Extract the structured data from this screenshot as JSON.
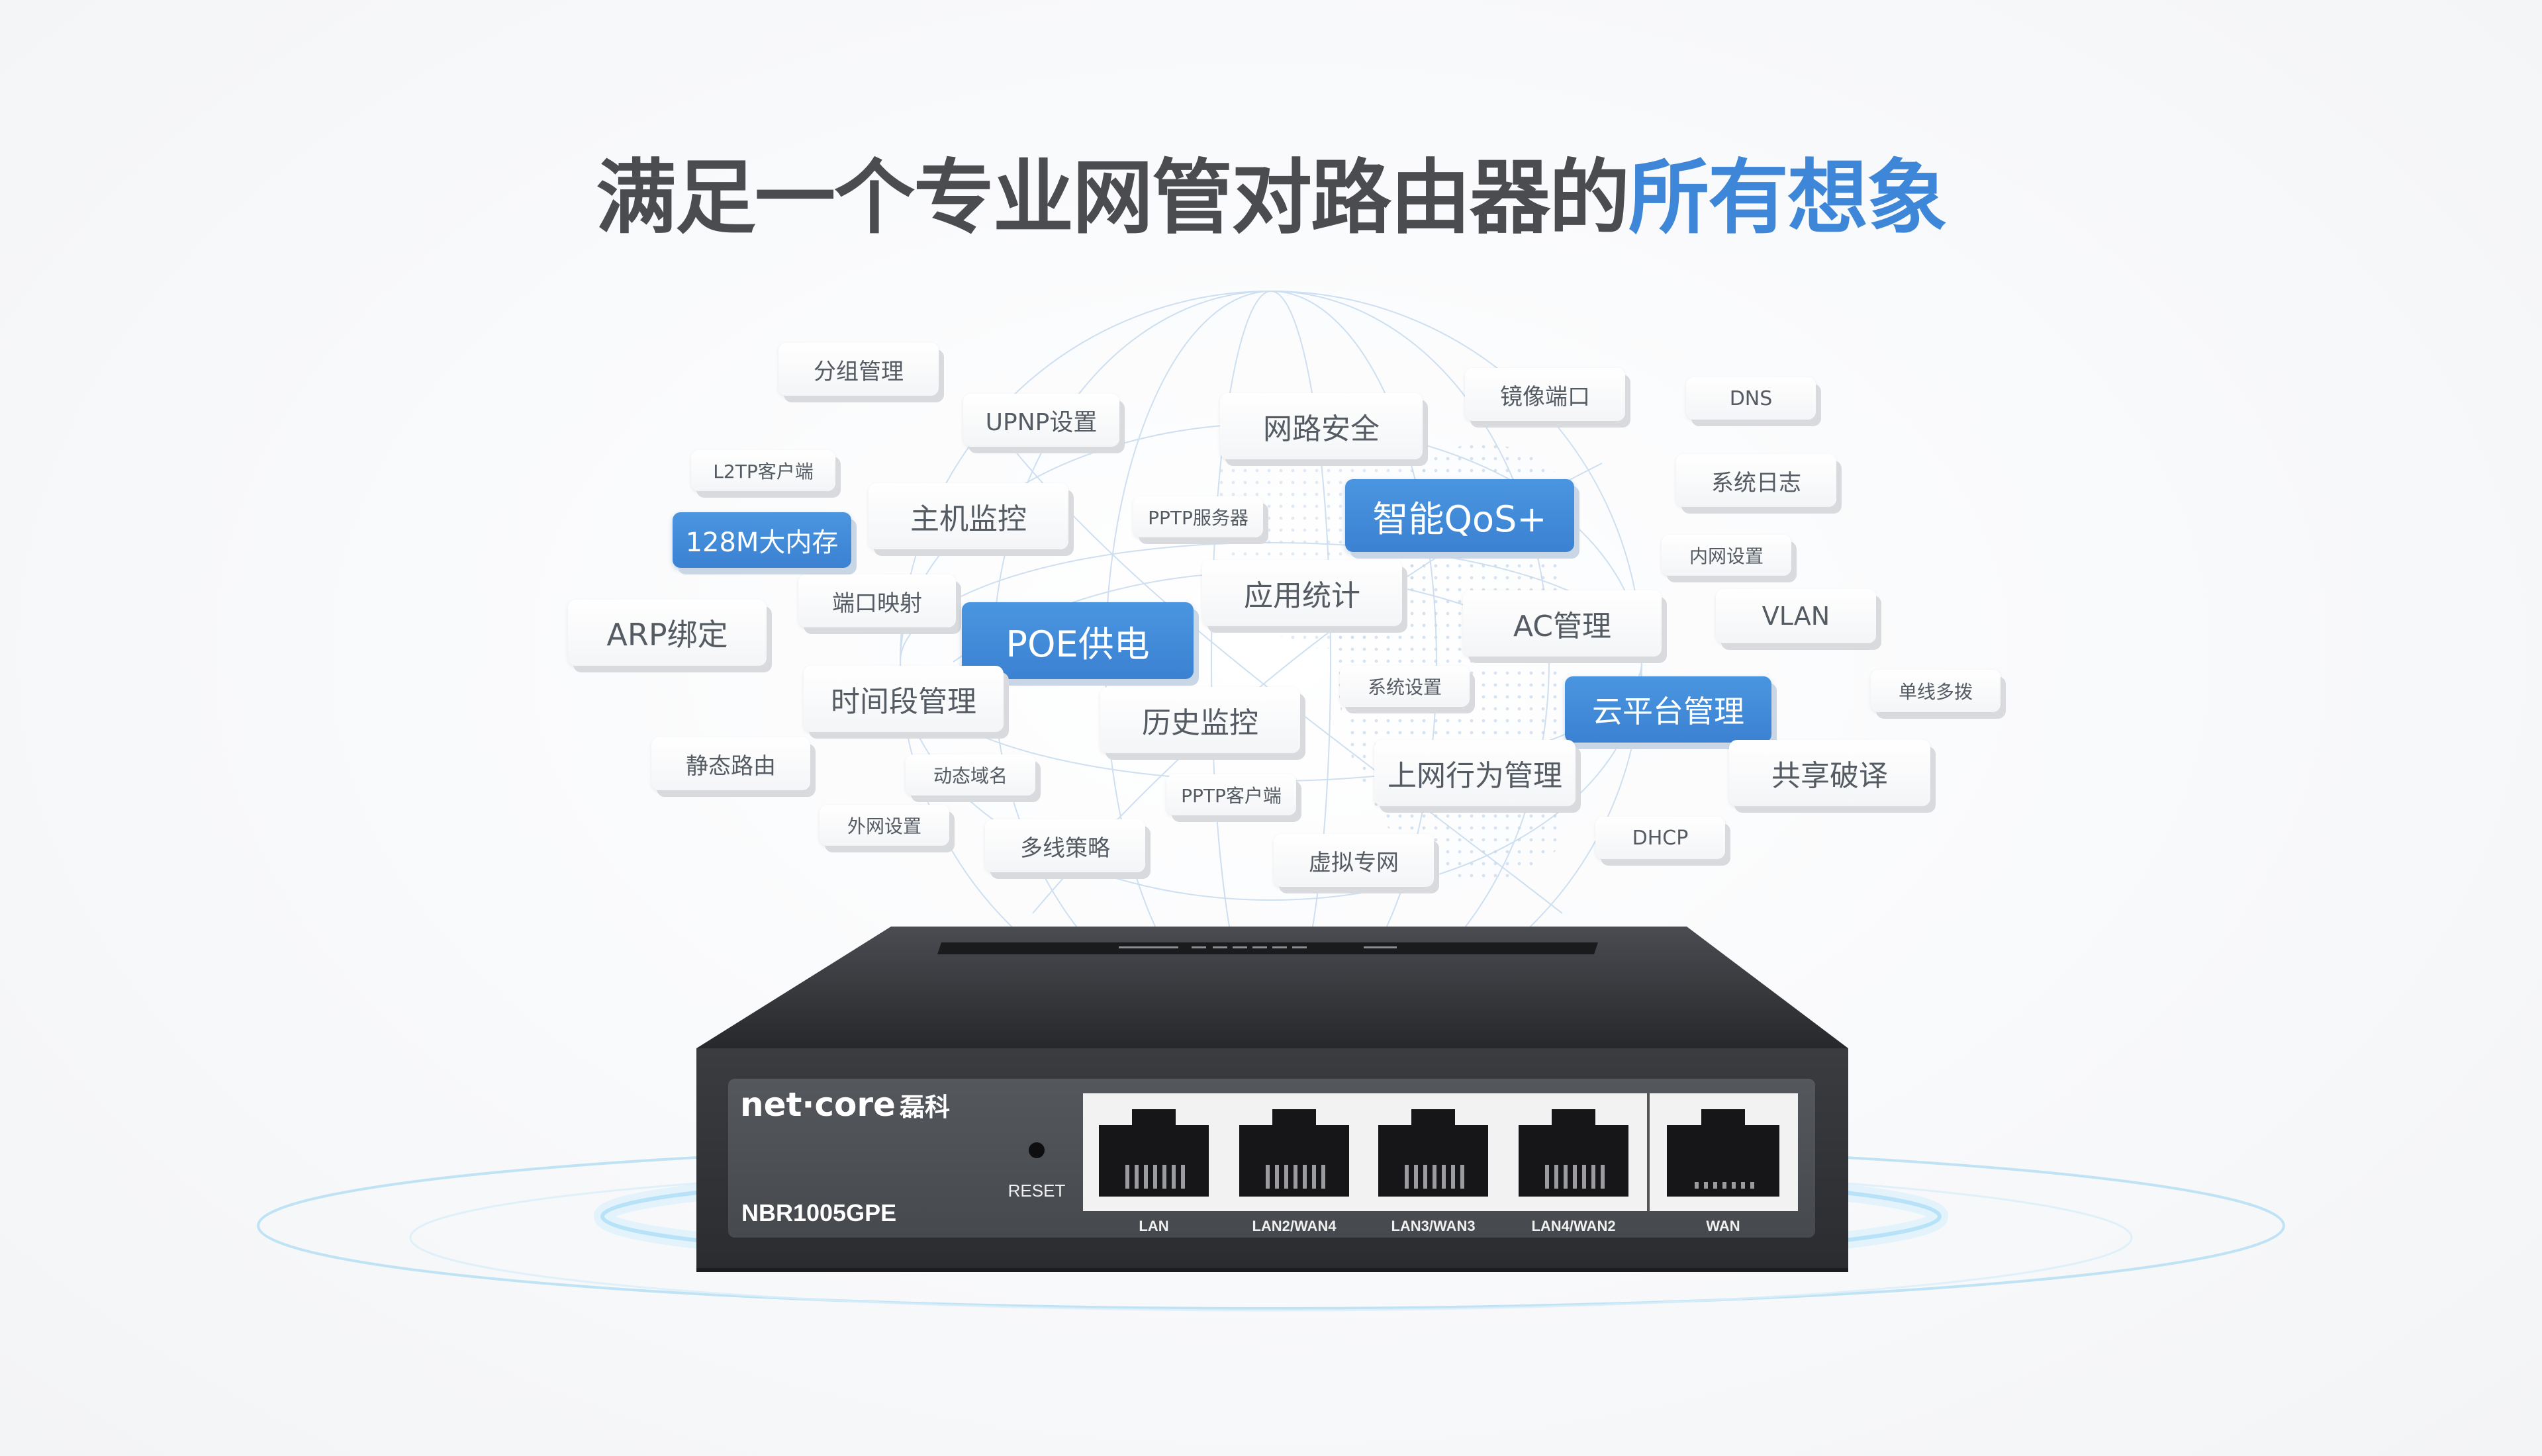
{
  "headline": {
    "main": "满足一个专业网管对路由器的",
    "accent": "所有想象"
  },
  "colors": {
    "title": "#4a4c50",
    "accent": "#3d86d8",
    "tag_highlight": "#3f88d6"
  },
  "tags": [
    {
      "id": "group-management",
      "text": "分组管理",
      "highlight": false
    },
    {
      "id": "upnp-settings",
      "text": "UPNP设置",
      "highlight": false
    },
    {
      "id": "network-security",
      "text": "网路安全",
      "highlight": false
    },
    {
      "id": "mirror-port",
      "text": "镜像端口",
      "highlight": false
    },
    {
      "id": "dns",
      "text": "DNS",
      "highlight": false
    },
    {
      "id": "l2tp-client",
      "text": "L2TP客户端",
      "highlight": false
    },
    {
      "id": "host-monitoring",
      "text": "主机监控",
      "highlight": false
    },
    {
      "id": "pptp-server",
      "text": "PPTP服务器",
      "highlight": false
    },
    {
      "id": "smart-qos",
      "text": "智能QoS+",
      "highlight": true
    },
    {
      "id": "system-log",
      "text": "系统日志",
      "highlight": false
    },
    {
      "id": "memory-128m",
      "text": "128M大内存",
      "highlight": true
    },
    {
      "id": "lan-settings",
      "text": "内网设置",
      "highlight": false
    },
    {
      "id": "port-mapping",
      "text": "端口映射",
      "highlight": false
    },
    {
      "id": "app-statistics",
      "text": "应用统计",
      "highlight": false
    },
    {
      "id": "arp-binding",
      "text": "ARP绑定",
      "highlight": false
    },
    {
      "id": "poe-power",
      "text": "POE供电",
      "highlight": true
    },
    {
      "id": "ac-management",
      "text": "AC管理",
      "highlight": false
    },
    {
      "id": "vlan",
      "text": "VLAN",
      "highlight": false
    },
    {
      "id": "system-settings",
      "text": "系统设置",
      "highlight": false
    },
    {
      "id": "time-period-management",
      "text": "时间段管理",
      "highlight": false
    },
    {
      "id": "cloud-platform-management",
      "text": "云平台管理",
      "highlight": true
    },
    {
      "id": "single-line-multi-dial",
      "text": "单线多拨",
      "highlight": false
    },
    {
      "id": "history-monitoring",
      "text": "历史监控",
      "highlight": false
    },
    {
      "id": "static-routing",
      "text": "静态路由",
      "highlight": false
    },
    {
      "id": "dynamic-dns",
      "text": "动态域名",
      "highlight": false
    },
    {
      "id": "internet-behavior-management",
      "text": "上网行为管理",
      "highlight": false
    },
    {
      "id": "sharing-crack",
      "text": "共享破译",
      "highlight": false
    },
    {
      "id": "pptp-client",
      "text": "PPTP客户端",
      "highlight": false
    },
    {
      "id": "wan-settings",
      "text": "外网设置",
      "highlight": false
    },
    {
      "id": "multi-line-strategy",
      "text": "多线策略",
      "highlight": false
    },
    {
      "id": "vpn",
      "text": "虚拟专网",
      "highlight": false
    },
    {
      "id": "dhcp",
      "text": "DHCP",
      "highlight": false
    }
  ],
  "router": {
    "brand": "net·core",
    "brand_cn": "磊科",
    "model": "NBR1005GPE",
    "reset_label": "RESET",
    "ports": [
      {
        "label": "LAN"
      },
      {
        "label": "LAN2/WAN4"
      },
      {
        "label": "LAN3/WAN3"
      },
      {
        "label": "LAN4/WAN2"
      },
      {
        "label": "WAN"
      }
    ]
  }
}
